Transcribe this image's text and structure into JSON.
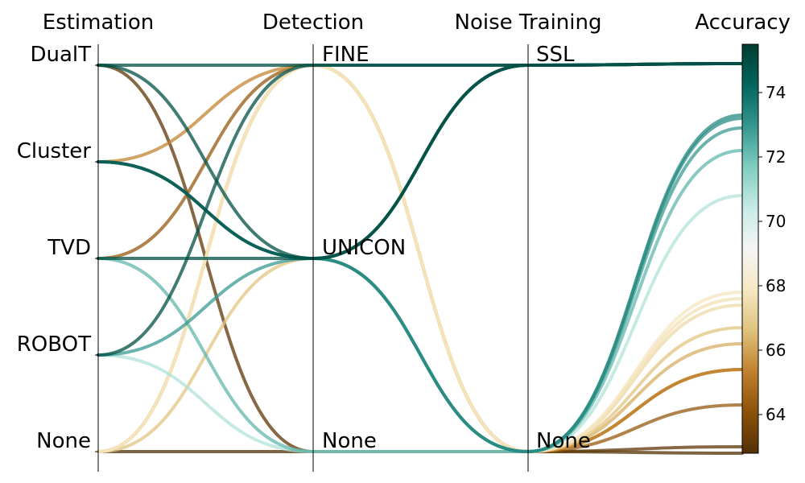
{
  "chart_data": {
    "type": "parallel-categories",
    "axes": [
      {
        "title": "Estimation",
        "ticks": [
          "DualT",
          "Cluster",
          "TVD",
          "ROBOT",
          "None"
        ]
      },
      {
        "title": "Detection",
        "ticks": [
          "FINE",
          "UNICON",
          "None"
        ]
      },
      {
        "title": "Noise Training",
        "ticks": [
          "SSL",
          "None"
        ]
      },
      {
        "title": "Accuracy",
        "range": [
          62.8,
          75.5
        ],
        "ticks": [
          64,
          66,
          68,
          70,
          72,
          74
        ]
      }
    ],
    "colormap": "BrBG",
    "lines": [
      {
        "estimation": "DualT",
        "detection": "FINE",
        "training": "SSL",
        "accuracy": 74.9
      },
      {
        "estimation": "DualT",
        "detection": "None",
        "training": "None",
        "accuracy": 63.0
      },
      {
        "estimation": "DualT",
        "detection": "UNICON",
        "training": "SSL",
        "accuracy": 74.9
      },
      {
        "estimation": "Cluster",
        "detection": "FINE",
        "training": "None",
        "accuracy": 65.4
      },
      {
        "estimation": "Cluster",
        "detection": "UNICON",
        "training": "SSL",
        "accuracy": 74.9
      },
      {
        "estimation": "Cluster",
        "detection": "UNICON",
        "training": "None",
        "accuracy": 73.3
      },
      {
        "estimation": "Cluster",
        "detection": "UNICON",
        "training": "None",
        "accuracy": 73.2
      },
      {
        "estimation": "TVD",
        "detection": "FINE",
        "training": "None",
        "accuracy": 64.3
      },
      {
        "estimation": "TVD",
        "detection": "UNICON",
        "training": "SSL",
        "accuracy": 74.9
      },
      {
        "estimation": "TVD",
        "detection": "None",
        "training": "None",
        "accuracy": 72.2
      },
      {
        "estimation": "ROBOT",
        "detection": "FINE",
        "training": "SSL",
        "accuracy": 74.9
      },
      {
        "estimation": "ROBOT",
        "detection": "UNICON",
        "training": "None",
        "accuracy": 72.9
      },
      {
        "estimation": "ROBOT",
        "detection": "None",
        "training": "None",
        "accuracy": 70.8
      },
      {
        "estimation": "None",
        "detection": "FINE",
        "training": "None",
        "accuracy": 65.4
      },
      {
        "estimation": "None",
        "detection": "UNICON",
        "training": "None",
        "accuracy": 66.7
      },
      {
        "estimation": "None",
        "detection": "None",
        "training": "None",
        "accuracy": 62.8
      },
      {
        "estimation": "None",
        "detection": "FINE",
        "training": "None",
        "accuracy": 65.4
      },
      {
        "estimation": "None",
        "detection": "FINE",
        "training": "None",
        "accuracy": 67.8
      },
      {
        "estimation": "None",
        "detection": "FINE",
        "training": "None",
        "accuracy": 67.6
      },
      {
        "estimation": "None",
        "detection": "FINE",
        "training": "None",
        "accuracy": 67.4
      },
      {
        "estimation": "None",
        "detection": "FINE",
        "training": "None",
        "accuracy": 66.2
      }
    ]
  }
}
